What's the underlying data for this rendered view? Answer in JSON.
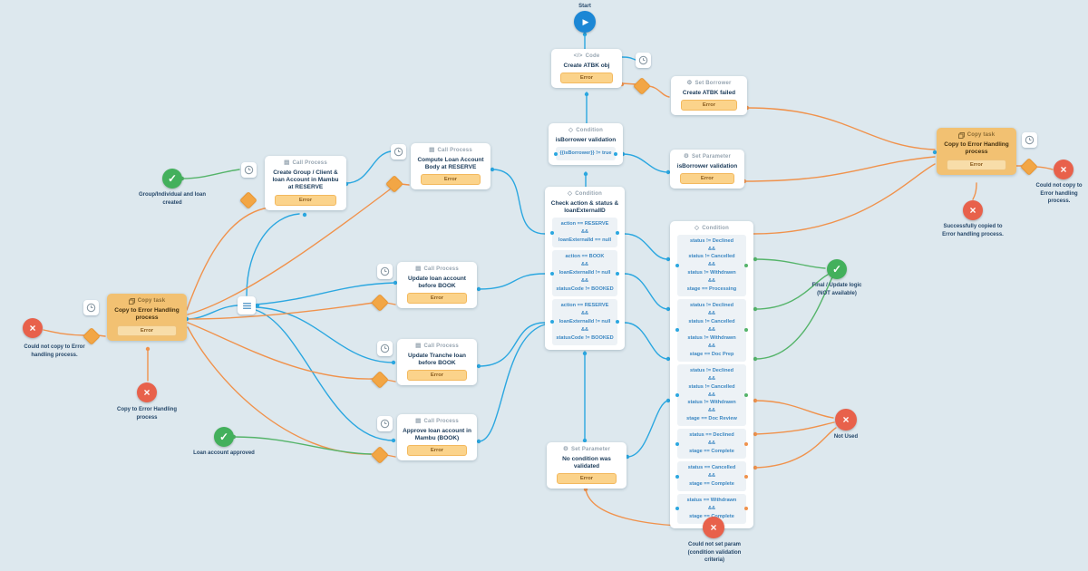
{
  "canvas": {
    "background": "#dde8ee"
  },
  "start": {
    "label": "Start"
  },
  "types": {
    "code": "Code",
    "condition": "Condition",
    "call_process": "Call Process",
    "set_parameter": "Set Parameter",
    "set_borrower": "Set Borrower",
    "copy_task": "Copy task"
  },
  "error_label": "Error",
  "nodes": {
    "code": {
      "title": "Create ATBK obj"
    },
    "set_borrower": {
      "title": "Create ATBK failed"
    },
    "isborrower_condition": {
      "title": "isBorrower validation",
      "expression": "{{isBorrower}} != true"
    },
    "set_param_isborrower": {
      "title": "isBorrower validation"
    },
    "check_condition": {
      "title": "Check action & status & loanExternalID",
      "branches": [
        "action == RESERVE\n&&\nloanExternalId == null",
        "action == BOOK\n&&\nloanExternalId != null\n&&\nstatusCode != BOOKED",
        "action == RESERVE\n&&\nloanExternalId != null\n&&\nstatusCode != BOOKED"
      ]
    },
    "cp_create_group": {
      "title": "Create Group / Client & loan Account in Mambu at RESERVE"
    },
    "cp_compute": {
      "title": "Compute Loan Account Body at RESERVE"
    },
    "cp_update_loan": {
      "title": "Update loan account before BOOK"
    },
    "cp_update_tranche": {
      "title": "Update Tranche loan before BOOK"
    },
    "cp_approve": {
      "title": "Approve loan account in Mambu (BOOK)"
    },
    "copy_left": {
      "title": "Copy to Error Handling process"
    },
    "copy_right": {
      "title": "Copy to Error Handling process"
    },
    "set_param_no_condition": {
      "title": "No condition was validated"
    },
    "stage_condition": {
      "branches": [
        "status != Declined\n&&\nstatus != Cancelled\n&&\nstatus != Withdrawn\n&&\nstage == Processing",
        "status != Declined\n&&\nstatus != Cancelled\n&&\nstatus != Withdrawn\n&&\nstage == Doc Prep",
        "status != Declined\n&&\nstatus != Cancelled\n&&\nstatus != Withdrawn\n&&\nstage == Doc Review",
        "status == Declined\n&&\nstage == Complete",
        "status == Cancelled\n&&\nstage == Complete",
        "status == Withdrawn\n&&\nstage == Complete"
      ]
    }
  },
  "badges": {
    "group_created": "Group/Individual and loan created",
    "loan_approved": "Loan account approved",
    "final_update": "Final / Update logic (NOT available)",
    "could_not_copy_left": "Could not copy to Error handling process.",
    "copy_to_error": "Copy to Error Handling process",
    "not_used": "Not Used",
    "could_not_copy_right": "Could not copy to Error handling process.",
    "copied_success": "Successfully copied to Error handling process.",
    "could_not_set_param": "Could not set param (condition validation criteria)"
  },
  "colors": {
    "blue": "#2ba7e0",
    "orange": "#f0924c",
    "green": "#55b46a",
    "red": "#e8614b"
  }
}
